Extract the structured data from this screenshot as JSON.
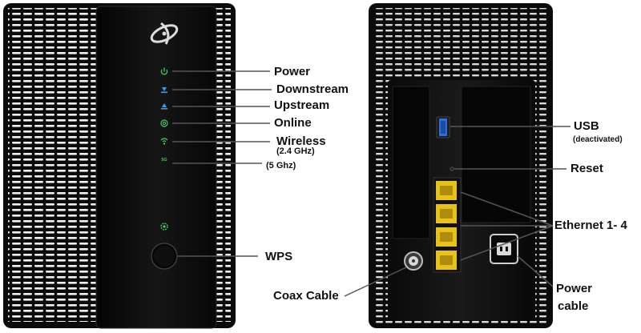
{
  "front_labels": {
    "power": "Power",
    "downstream": "Downstream",
    "upstream": "Upstream",
    "online": "Online",
    "wireless": "Wireless",
    "wireless_24": "(2.4 GHz)",
    "wireless_5": "(5 Ghz)",
    "wps": "WPS"
  },
  "back_labels": {
    "usb": "USB",
    "usb_note": "(deactivated)",
    "reset": "Reset",
    "ethernet": "Ethernet 1- 4",
    "coax": "Coax Cable",
    "power_cable_1": "Power",
    "power_cable_2": "cable"
  },
  "led_marks": {
    "5g": "5G"
  },
  "colors": {
    "device_body": "#111111",
    "led_blue": "#3aa0e8",
    "led_green": "#3fcf5a",
    "usb_blue": "#2f6fd8",
    "ethernet_yellow": "#e8c21a",
    "callout_line": "#555555"
  },
  "icons": {
    "brand_logo": "logo-icon",
    "power_led": "power-icon",
    "downstream_led": "download-icon",
    "upstream_led": "upload-icon",
    "online_led": "at-icon",
    "wireless_led": "wifi-icon",
    "wps_led": "gear-icon"
  }
}
